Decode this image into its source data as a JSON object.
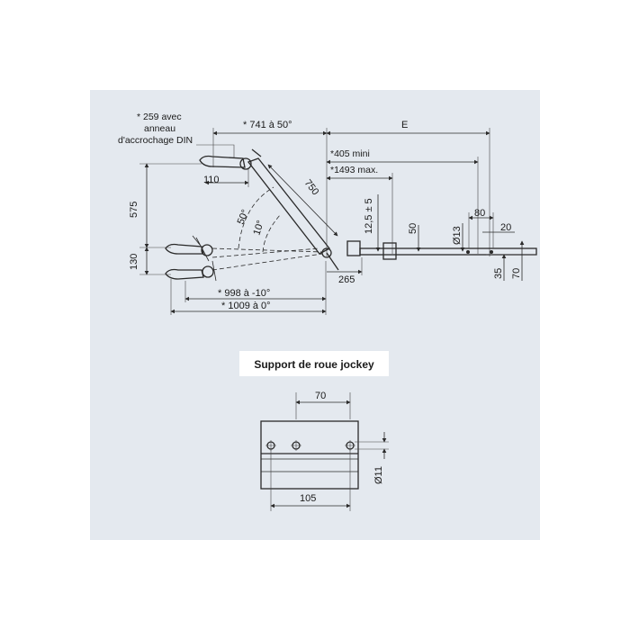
{
  "colors": {
    "panel_background": "#e4e9ef",
    "caption_box": "#ffffff",
    "line": "#2a2a2a"
  },
  "drawbar": {
    "note_lines": [
      "* 259 avec",
      "anneau",
      "d'accrochage DIN"
    ],
    "dim_741": "* 741 à 50°",
    "dim_E": "E",
    "dim_405": "*405 mini",
    "dim_1493": "*1493 max.",
    "dim_110": "110",
    "dim_750": "750",
    "dim_575": "575",
    "angle_50": "50°",
    "angle_10": "10°",
    "dim_12_5": "12,5 ± 5",
    "dim_50": "50",
    "dim_d13": "Ø13",
    "dim_80": "80",
    "dim_20": "20",
    "dim_130": "130",
    "dim_35": "35",
    "dim_70": "70",
    "dim_265": "265",
    "dim_998": "* 998 à -10°",
    "dim_1009": "* 1009 à 0°"
  },
  "support": {
    "title": "Support de roue jockey",
    "dim_70": "70",
    "dim_105": "105",
    "dim_d11": "Ø11"
  }
}
